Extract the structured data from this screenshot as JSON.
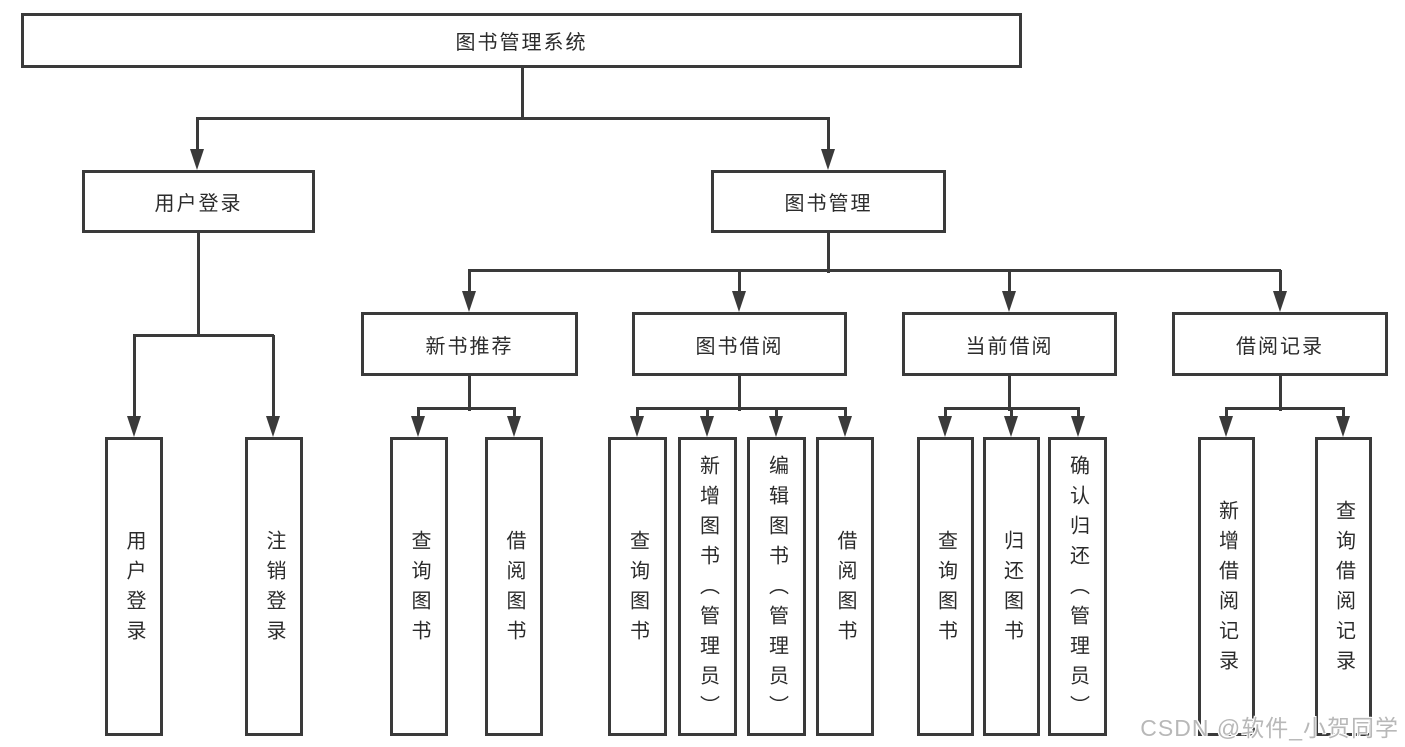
{
  "diagram": {
    "root": {
      "label": "图书管理系统"
    },
    "branches": {
      "user_login": {
        "label": "用户登录",
        "children": [
          "用户登录",
          "注销登录"
        ]
      },
      "book_management": {
        "label": "图书管理",
        "children": {
          "new_book_recommend": {
            "label": "新书推荐",
            "children": [
              "查询图书",
              "借阅图书"
            ]
          },
          "book_borrow": {
            "label": "图书借阅",
            "children": [
              "查询图书",
              "新增图书（管理员）",
              "编辑图书（管理员）",
              "借阅图书"
            ]
          },
          "current_borrow": {
            "label": "当前借阅",
            "children": [
              "查询图书",
              "归还图书",
              "确认归还（管理员）"
            ]
          },
          "borrow_records": {
            "label": "借阅记录",
            "children": [
              "新增借阅记录",
              "查询借阅记录"
            ]
          }
        }
      }
    }
  },
  "watermark": {
    "text": "CSDN @软件_小贺同学"
  },
  "colors": {
    "line": "#3a3a3a",
    "box_border": "#3a3a3a",
    "text": "#2b2b2b",
    "background": "#ffffff",
    "watermark": "#b8b8b8"
  }
}
